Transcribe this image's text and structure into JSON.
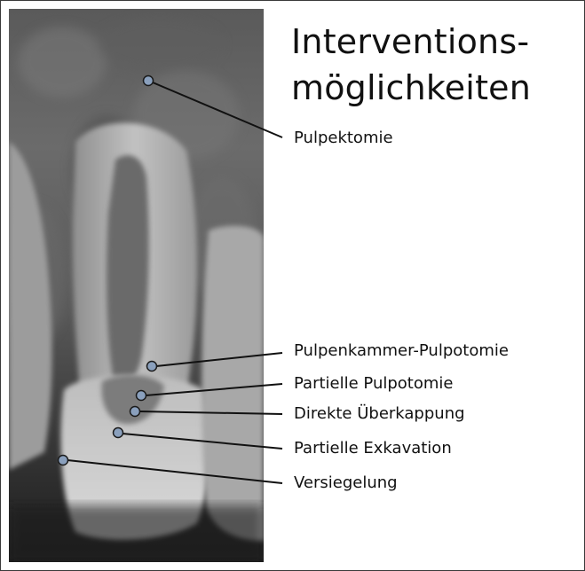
{
  "title": {
    "line1": "Interventions-",
    "line2": "möglichkeiten"
  },
  "labels": [
    "Pulpektomie",
    "Pulpenkammer-Pulpotomie",
    "Partielle Pulpotomie",
    "Direkte Überkappung",
    "Partielle Exkavation",
    "Versiegelung"
  ],
  "colors": {
    "marker_fill": "#8aa0bd",
    "marker_stroke": "#1a1a1a",
    "leader_line": "#111111",
    "text": "#111111"
  }
}
